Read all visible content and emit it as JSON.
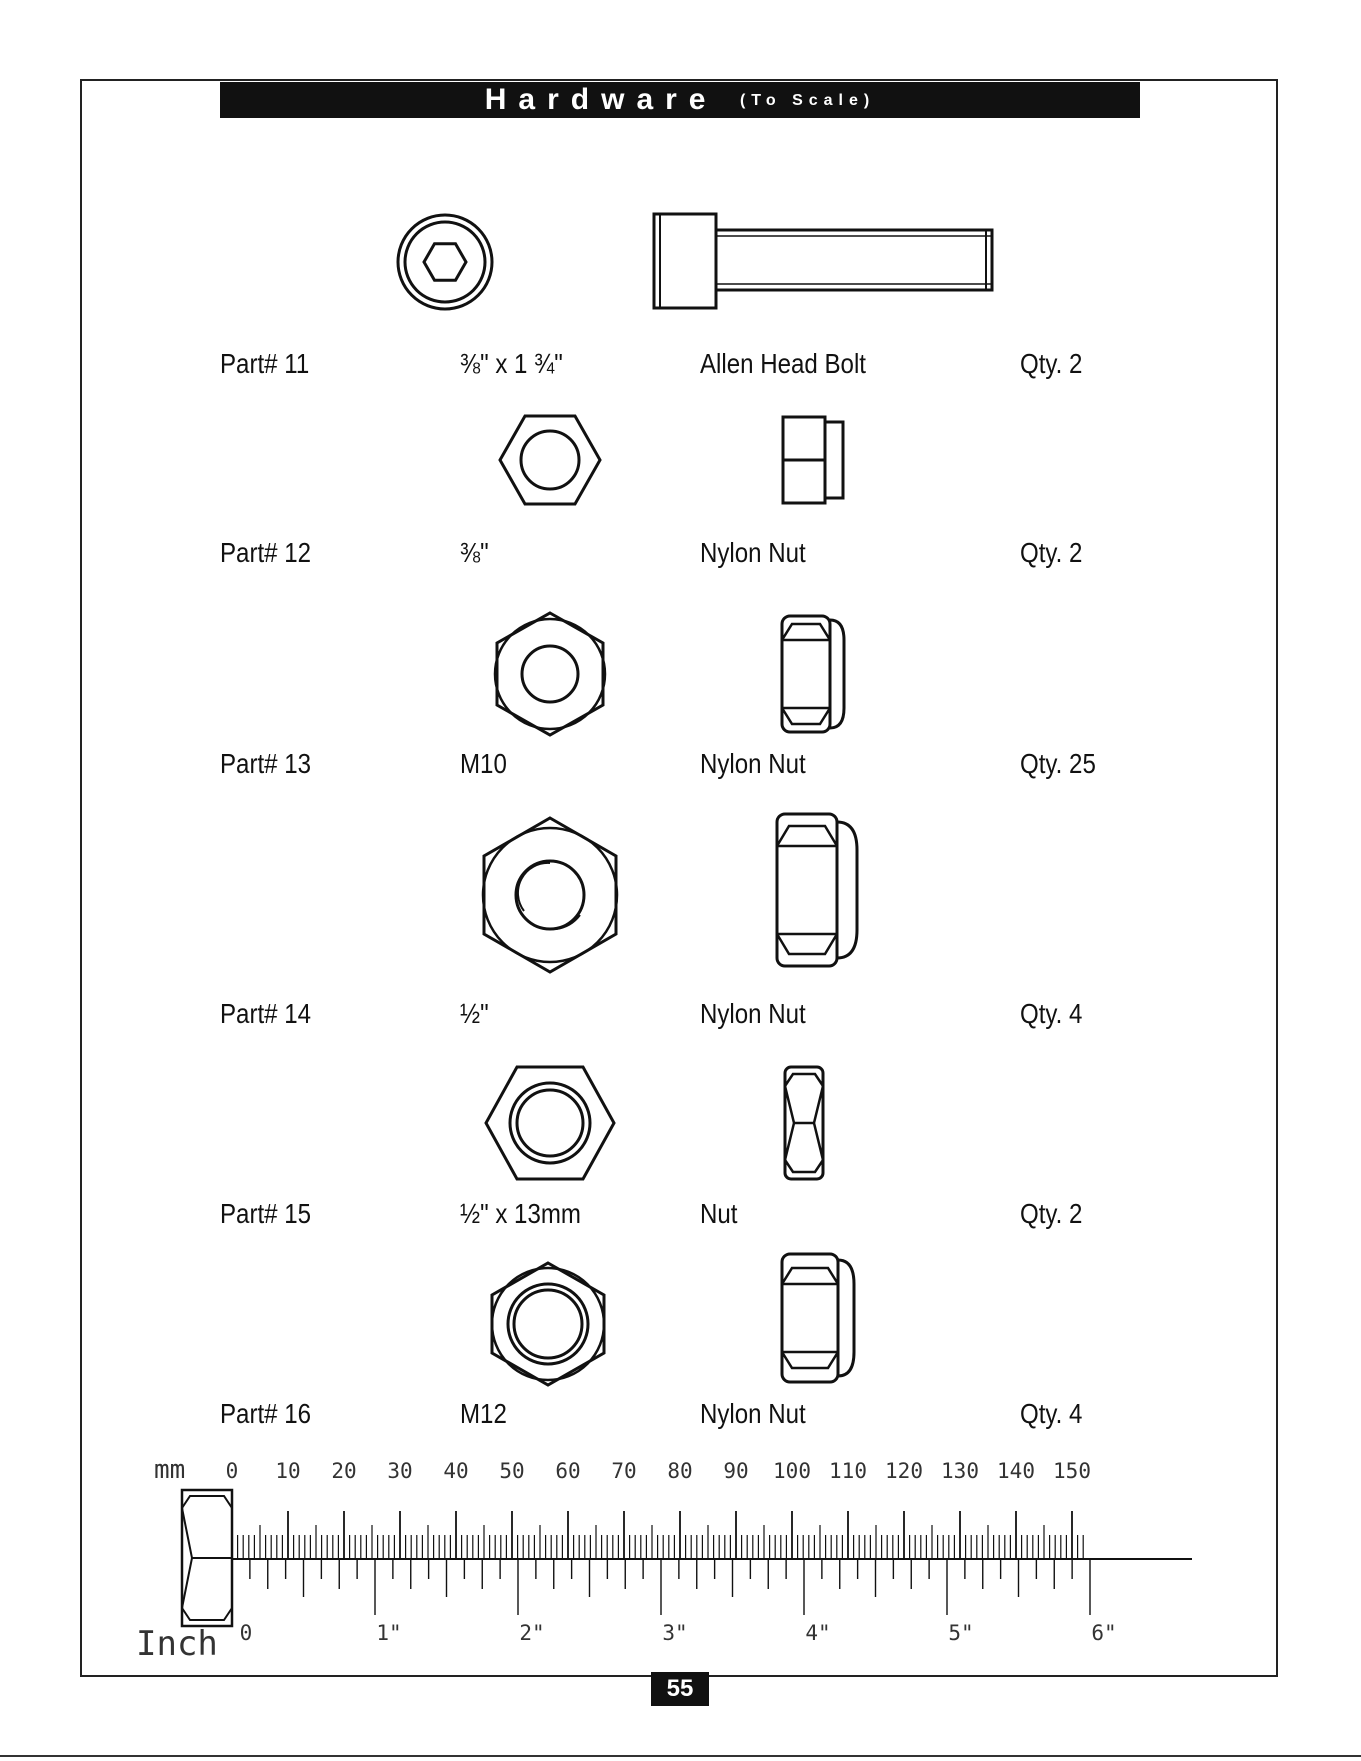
{
  "header": {
    "title": "Hardware",
    "subtitle": "(To Scale)"
  },
  "parts": [
    {
      "part": "Part# 11",
      "size": "⅜\" x 1 ¾\"",
      "name": "Allen Head Bolt",
      "qty": "Qty. 2"
    },
    {
      "part": "Part# 12",
      "size": "⅜\"",
      "name": "Nylon Nut",
      "qty": "Qty. 2"
    },
    {
      "part": "Part# 13",
      "size": "M10",
      "name": "Nylon Nut",
      "qty": "Qty. 25"
    },
    {
      "part": "Part# 14",
      "size": "½\"",
      "name": "Nylon Nut",
      "qty": "Qty. 4"
    },
    {
      "part": "Part# 15",
      "size": "½\" x 13mm",
      "name": "Nut",
      "qty": "Qty. 2"
    },
    {
      "part": "Part# 16",
      "size": "M12",
      "name": "Nylon Nut",
      "qty": "Qty. 4"
    }
  ],
  "ruler": {
    "mm_label": "mm",
    "inch_label": "Inch",
    "mm_ticks": [
      "0",
      "10",
      "20",
      "30",
      "40",
      "50",
      "60",
      "70",
      "80",
      "90",
      "100",
      "110",
      "120",
      "130",
      "140",
      "150"
    ],
    "inch_ticks": [
      "0",
      "1\"",
      "2\"",
      "3\"",
      "4\"",
      "5\"",
      "6\""
    ]
  },
  "footer": {
    "page_number": "55"
  }
}
